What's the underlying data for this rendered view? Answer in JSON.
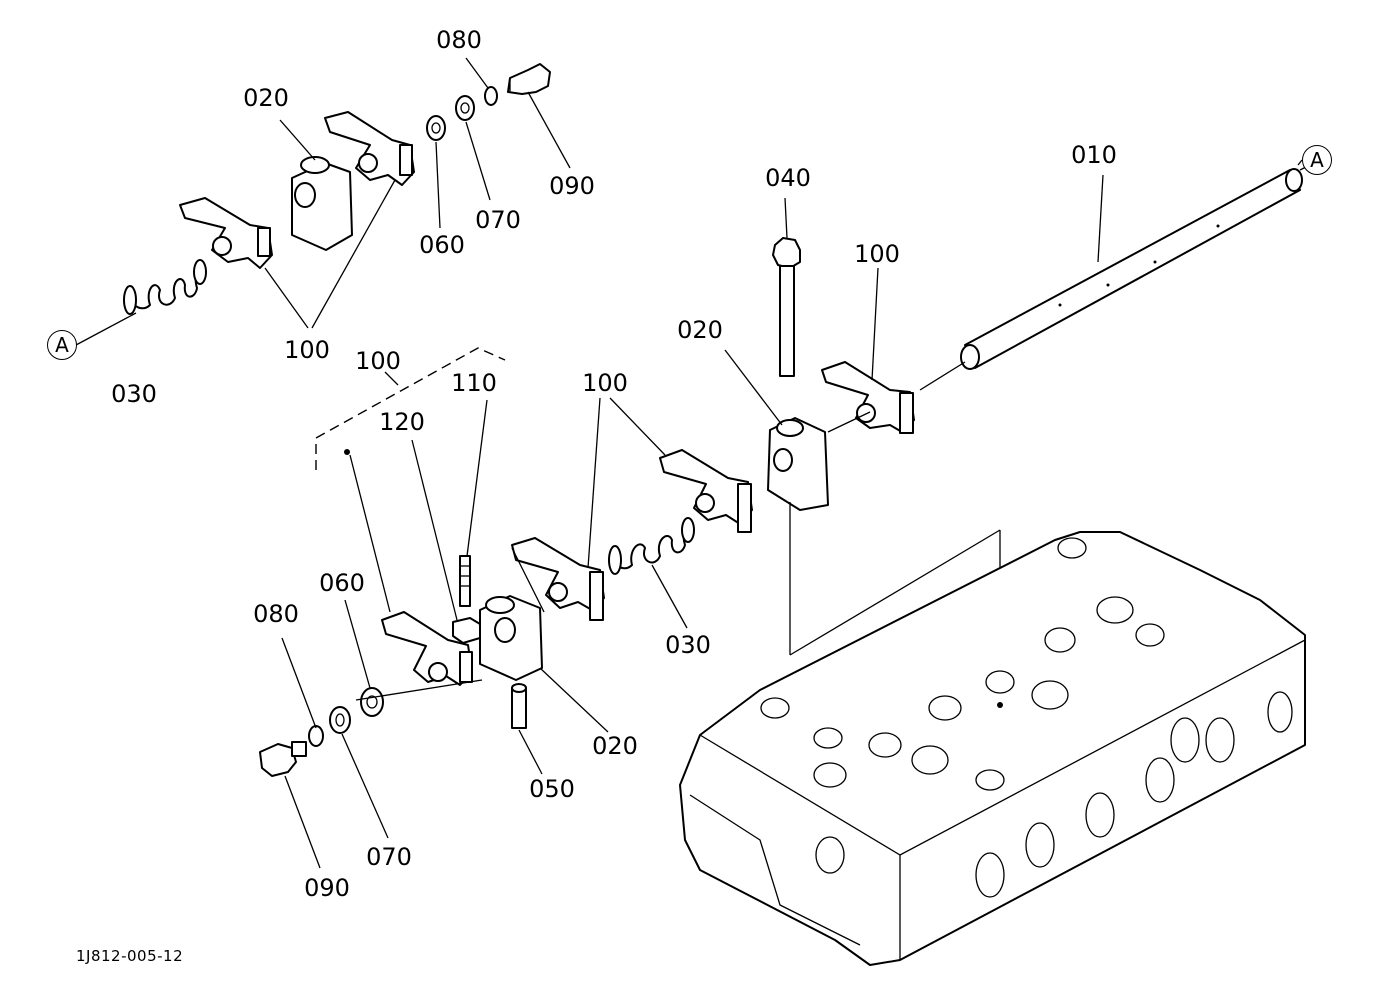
{
  "diagram": {
    "drawing_code": "1J812-005-12",
    "reference_marker": "A",
    "callouts": {
      "c010": "010",
      "c020_top": "020",
      "c020_mid": "020",
      "c020_bot": "020",
      "c030_left": "030",
      "c030_mid": "030",
      "c040": "040",
      "c050": "050",
      "c060_top": "060",
      "c060_bot": "060",
      "c070_top": "070",
      "c070_bot": "070",
      "c080_top": "080",
      "c080_bot": "080",
      "c090_top": "090",
      "c090_bot": "090",
      "c100_left": "100",
      "c100_group": "100",
      "c100_mid": "100",
      "c100_right": "100",
      "c110": "110",
      "c120": "120"
    }
  }
}
